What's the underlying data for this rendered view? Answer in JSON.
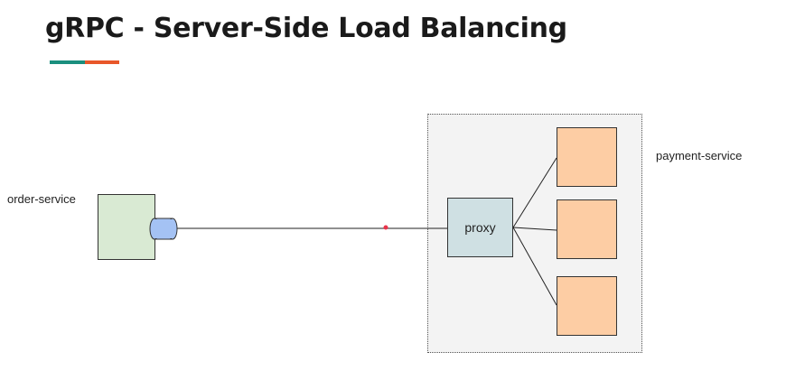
{
  "slide": {
    "title": "gRPC - Server-Side Load Balancing",
    "accent_colors": [
      "#1a8f7e",
      "#e8572a"
    ]
  },
  "diagram": {
    "client": {
      "label": "order-service",
      "color": "#d9ead3"
    },
    "connector": {
      "color": "#a4c2f4"
    },
    "server_group": {
      "label": "payment-service",
      "proxy": {
        "label": "proxy",
        "color": "#cfe0e3"
      },
      "backend_count": 3,
      "backend_color": "#fdcda4"
    },
    "marker_color": "#e8344a"
  }
}
